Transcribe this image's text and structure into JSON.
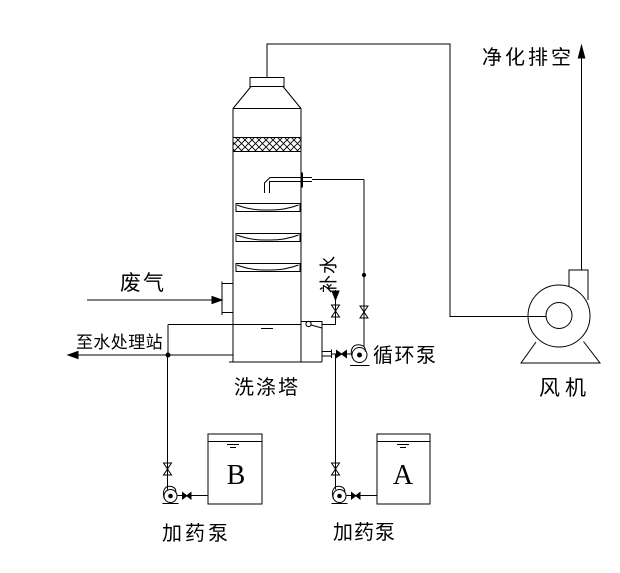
{
  "diagram": {
    "background_color": "#ffffff",
    "line_color": "#000000",
    "labels": {
      "clean_exhaust": "净化排空",
      "waste_gas": "废气",
      "to_water_treatment": "至水处理站",
      "makeup_water": "补水",
      "scrubber_tower": "洗涤塔",
      "circulation_pump": "循环泵",
      "fan": "风机",
      "dosing_pump_left": "加药泵",
      "dosing_pump_right": "加药泵",
      "tank_left": "B",
      "tank_right": "A"
    },
    "symbols": [
      "scrubber-tower",
      "packing-demister",
      "spray-tray",
      "spray-header",
      "centrifugal-fan",
      "circulation-pump",
      "dosing-pump",
      "chemical-tank",
      "valve",
      "check-valve",
      "float-valve",
      "flow-arrow"
    ]
  }
}
